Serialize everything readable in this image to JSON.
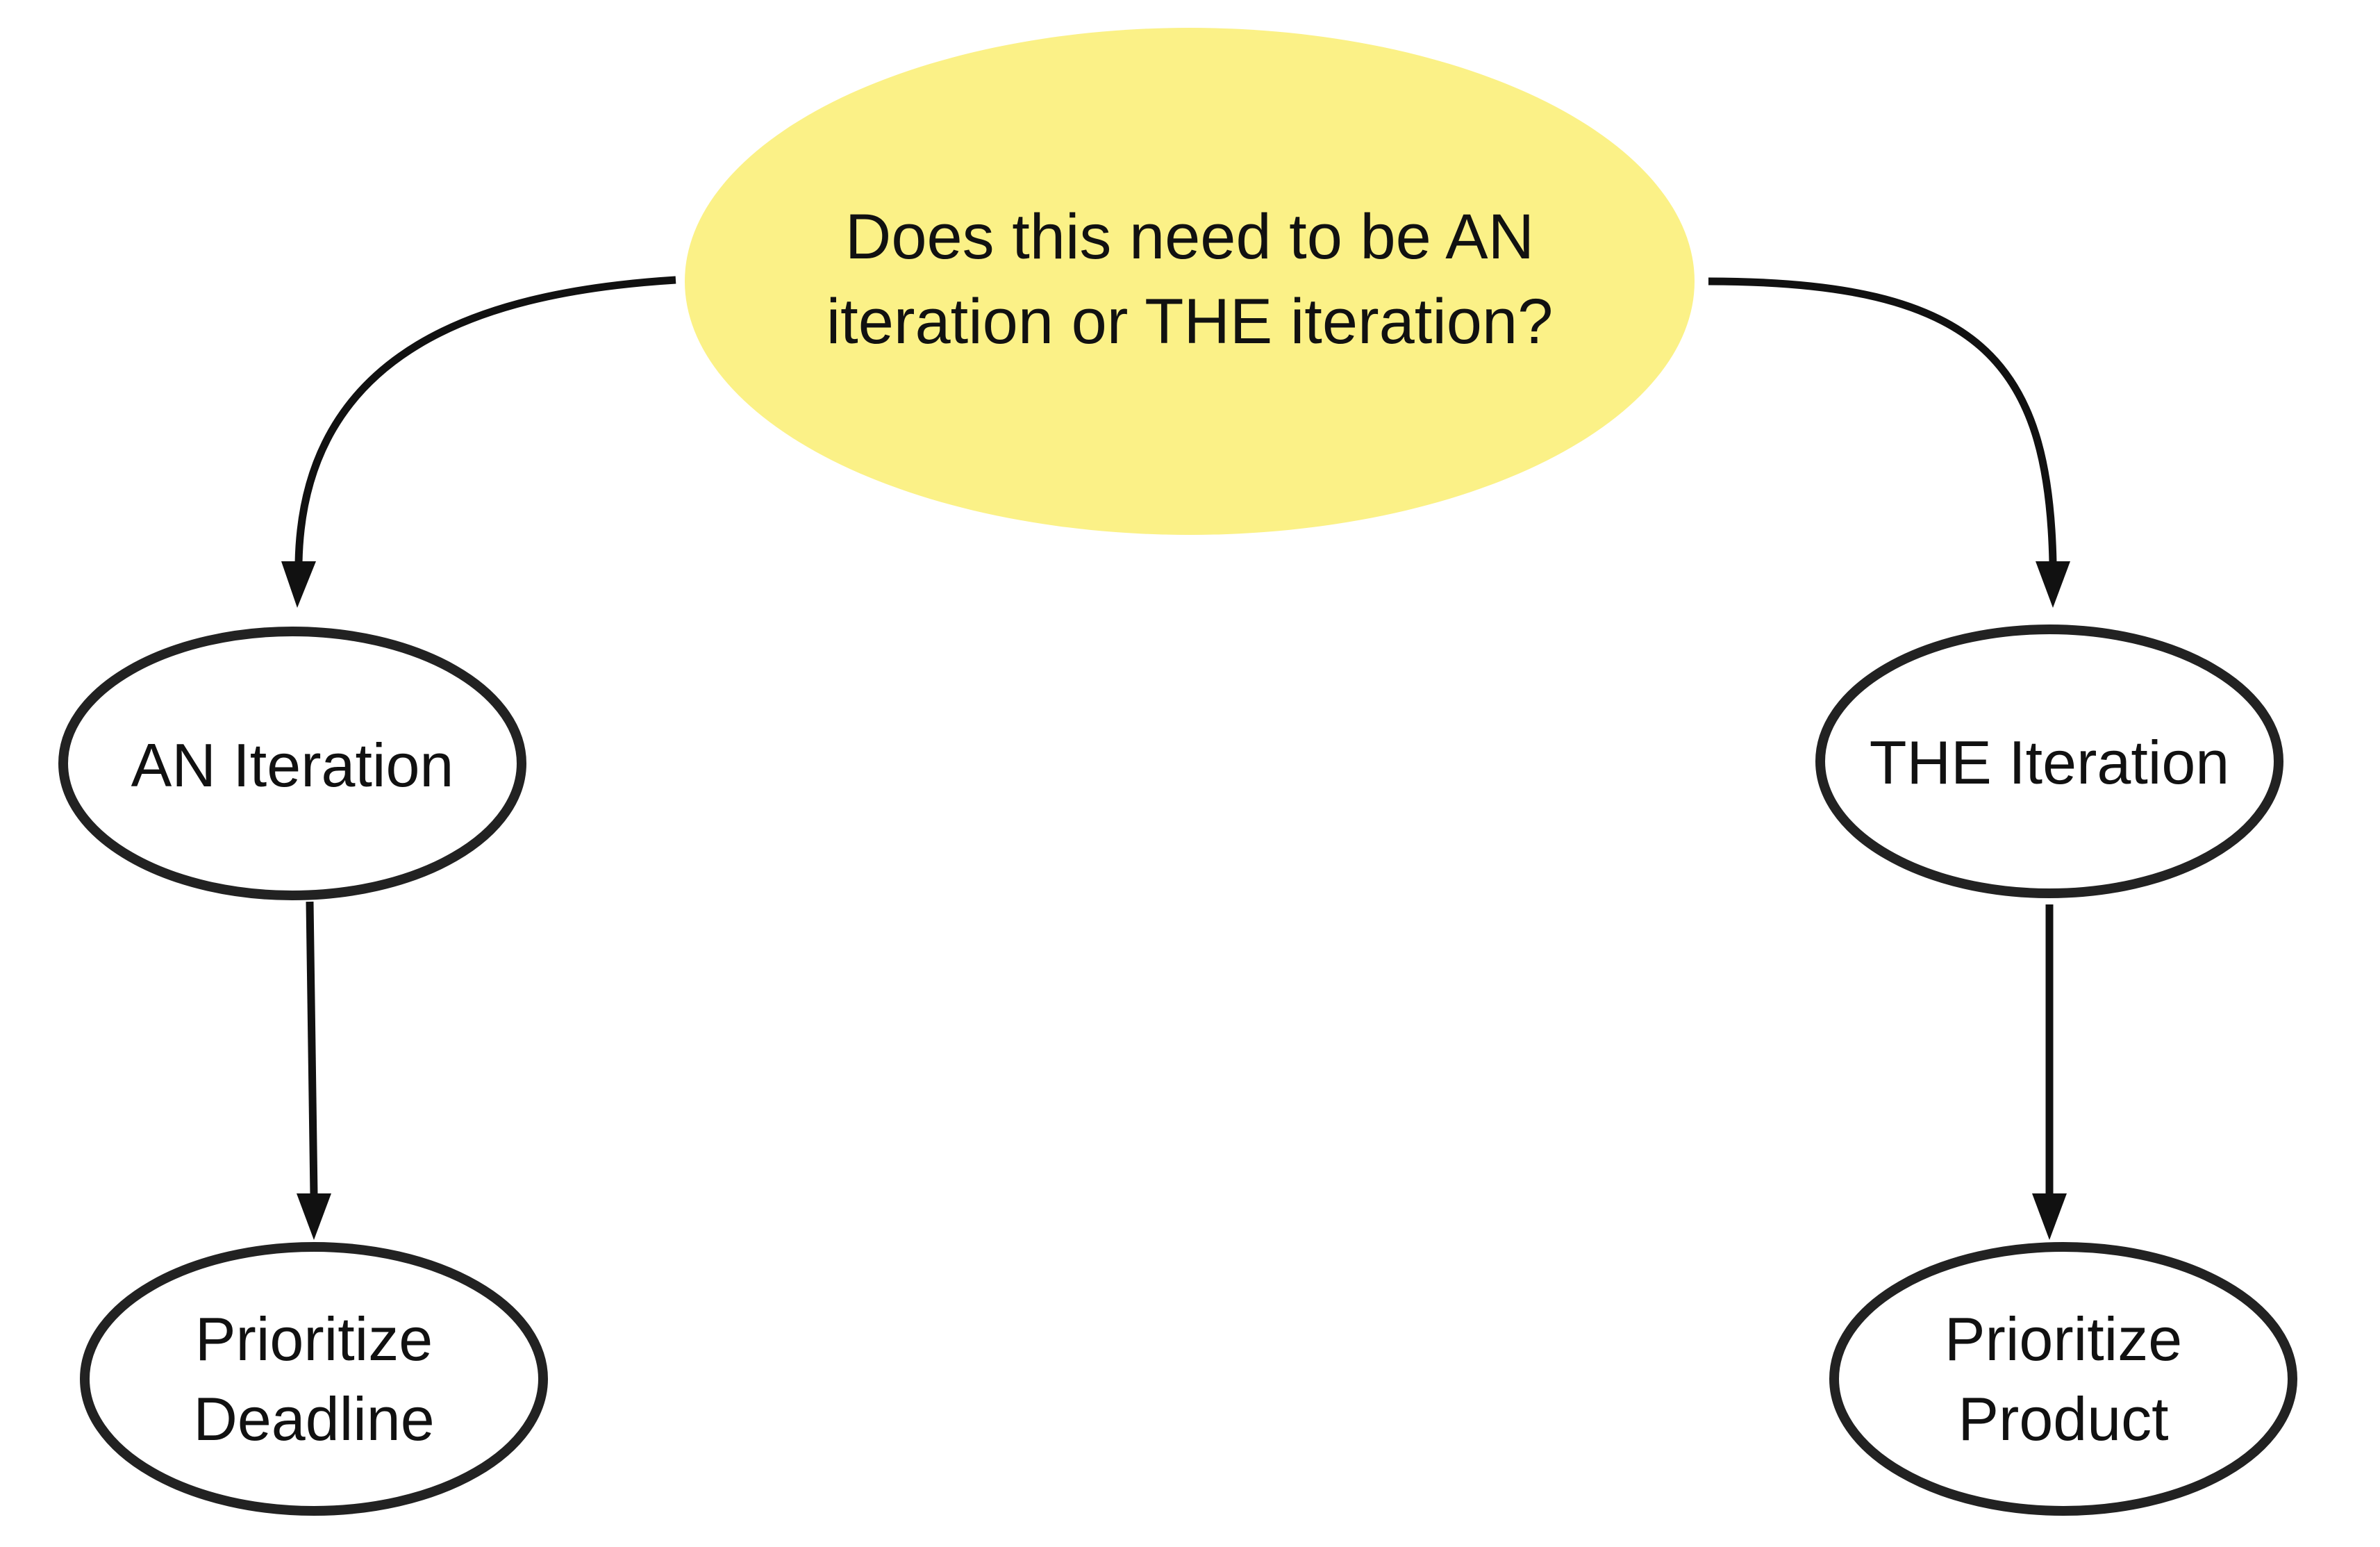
{
  "colors": {
    "root_fill": "#FBF187",
    "node_fill": "#FFFFFF",
    "stroke": "#222222"
  },
  "nodes": {
    "root": {
      "lines": [
        "Does this need to be AN",
        "iteration or THE iteration?"
      ]
    },
    "an_iteration": {
      "lines": [
        "AN Iteration"
      ]
    },
    "the_iteration": {
      "lines": [
        "THE Iteration"
      ]
    },
    "prioritize_deadline": {
      "lines": [
        "Prioritize",
        "Deadline"
      ]
    },
    "prioritize_product": {
      "lines": [
        "Prioritize",
        "Product"
      ]
    }
  },
  "edges": [
    {
      "from": "root",
      "to": "an_iteration"
    },
    {
      "from": "root",
      "to": "the_iteration"
    },
    {
      "from": "an_iteration",
      "to": "prioritize_deadline"
    },
    {
      "from": "the_iteration",
      "to": "prioritize_product"
    }
  ]
}
